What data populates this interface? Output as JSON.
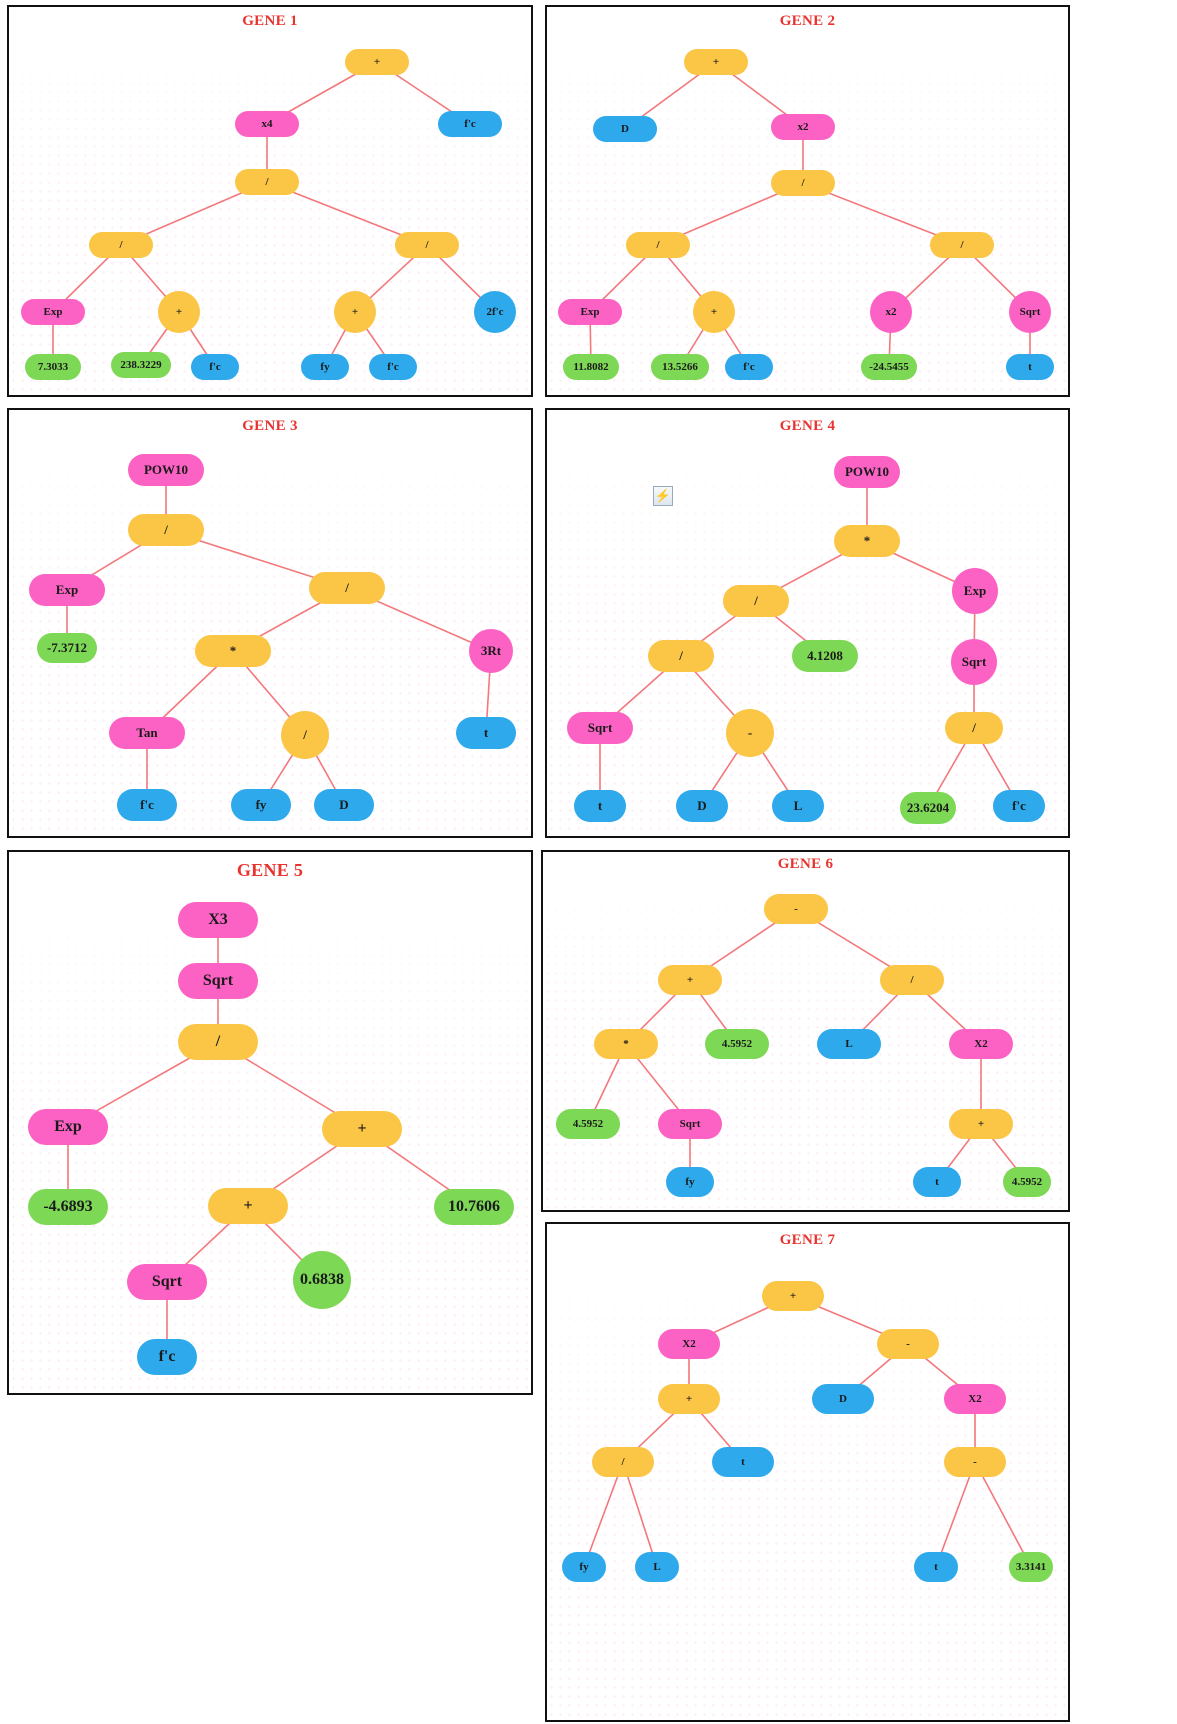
{
  "colors": {
    "operator": "#fbc646",
    "function": "#fb62c4",
    "constant": "#7dd855",
    "variable": "#2ea9ec",
    "edge": "#f2787c",
    "title": "#e8332f"
  },
  "toolbar_icon": "flash-icon",
  "genes": [
    {
      "title": "GENE 1",
      "nodes": [
        "+",
        "x4",
        "f'c",
        "/",
        "/",
        "/",
        "Exp",
        "+",
        "+",
        "2f'c",
        "7.3033",
        "238.3229",
        "f'c",
        "fy",
        "f'c"
      ]
    },
    {
      "title": "GENE 2",
      "nodes": [
        "+",
        "D",
        "x2",
        "/",
        "/",
        "/",
        "Exp",
        "+",
        "x2",
        "Sqrt",
        "11.8082",
        "13.5266",
        "f'c",
        "-24.5455",
        "t"
      ]
    },
    {
      "title": "GENE 3",
      "nodes": [
        "POW10",
        "/",
        "Exp",
        "/",
        "-7.3712",
        "*",
        "3Rt",
        "Tan",
        "/",
        "t",
        "f'c",
        "fy",
        "D"
      ]
    },
    {
      "title": "GENE 4",
      "nodes": [
        "POW10",
        "*",
        "/",
        "Exp",
        "/",
        "4.1208",
        "Sqrt",
        "Sqrt",
        "-",
        "/",
        "t",
        "D",
        "L",
        "23.6204",
        "f'c"
      ]
    },
    {
      "title": "GENE 5",
      "nodes": [
        "X3",
        "Sqrt",
        "/",
        "Exp",
        "+",
        "-4.6893",
        "+",
        "10.7606",
        "Sqrt",
        "0.6838",
        "f'c"
      ]
    },
    {
      "title": "GENE 6",
      "nodes": [
        "-",
        "+",
        "/",
        "*",
        "4.5952",
        "L",
        "X2",
        "4.5952",
        "Sqrt",
        "+",
        "fy",
        "t",
        "4.5952"
      ]
    },
    {
      "title": "GENE 7",
      "nodes": [
        "+",
        "X2",
        "-",
        "+",
        "D",
        "X2",
        "/",
        "t",
        "-",
        "fy",
        "L",
        "t",
        "3.3141"
      ]
    }
  ]
}
